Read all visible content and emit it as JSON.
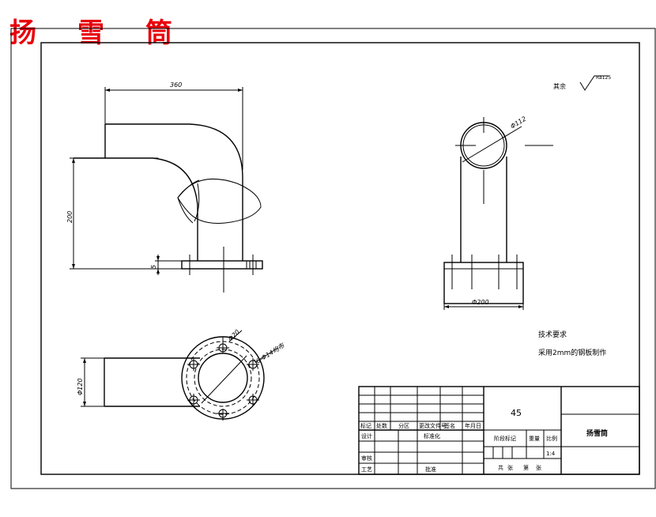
{
  "banner": {
    "chars": [
      "扬",
      "雪",
      "筒"
    ]
  },
  "drawing": {
    "dim_top_width": "360",
    "dim_height": "200",
    "dim_base_thickness": "5",
    "dim_side_dia": "Φ112",
    "dim_base_dia": "Φ200",
    "dim_bottom_dia": "Φ120",
    "dim_hole_dia": "Φ20",
    "dim_holes": "6-Φ14均布",
    "roughness_label": "其余",
    "roughness_symbol": "Ra125",
    "tech_title": "技术要求",
    "tech_note": "采用2mm的钢板制作"
  },
  "titleblock": {
    "material": "45",
    "part_name": "扬雪筒",
    "scale": "1:4",
    "col_mark": "标记",
    "col_count": "处数",
    "col_zone": "分区",
    "col_doc": "更改文件号",
    "col_sign": "签名",
    "col_date": "年月日",
    "row_design": "设计",
    "row_std": "标准化",
    "row_check": "审核",
    "row_process": "工艺",
    "row_approve": "批准",
    "stage_mark": "阶段标记",
    "weight": "重量",
    "ratio": "比例",
    "sheets_total": "共",
    "sheets_word": "张",
    "sheet_no": "第",
    "sheet_word": "张"
  }
}
